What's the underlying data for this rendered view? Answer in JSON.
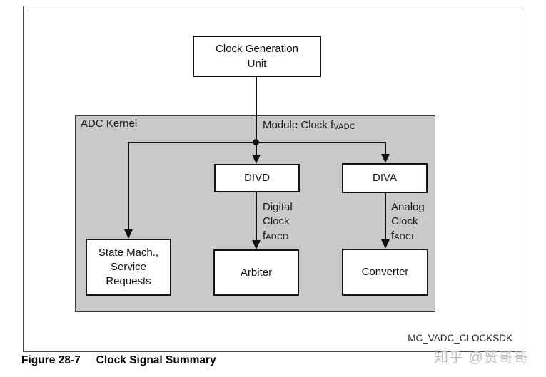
{
  "figure": {
    "caption_label": "Figure 28-7",
    "caption_title": "Clock Signal Summary",
    "diagram_id": "MC_VADC_CLOCKSDK",
    "watermark": "知乎 @赞哥哥"
  },
  "blocks": {
    "clock_generation_unit": {
      "line1": "Clock Generation",
      "line2": "Unit"
    },
    "adc_kernel": "ADC Kernel",
    "divd": "DIVD",
    "diva": "DIVA",
    "state_machine": {
      "line1": "State Mach.,",
      "line2": "Service",
      "line3": "Requests"
    },
    "arbiter": "Arbiter",
    "converter": "Converter"
  },
  "signals": {
    "module_clock": {
      "label": "Module Clock f",
      "subscript": "VADC"
    },
    "digital_clock": {
      "line1": "Digital",
      "line2": "Clock",
      "symbol": "f",
      "subscript": "ADCD"
    },
    "analog_clock": {
      "line1": "Analog",
      "line2": "Clock",
      "symbol": "f",
      "subscript": "ADCI"
    }
  },
  "colors": {
    "kernel_fill": "#c9c9c9",
    "block_border": "#141414",
    "connector": "#111111",
    "watermark": "#bdbdbd"
  }
}
